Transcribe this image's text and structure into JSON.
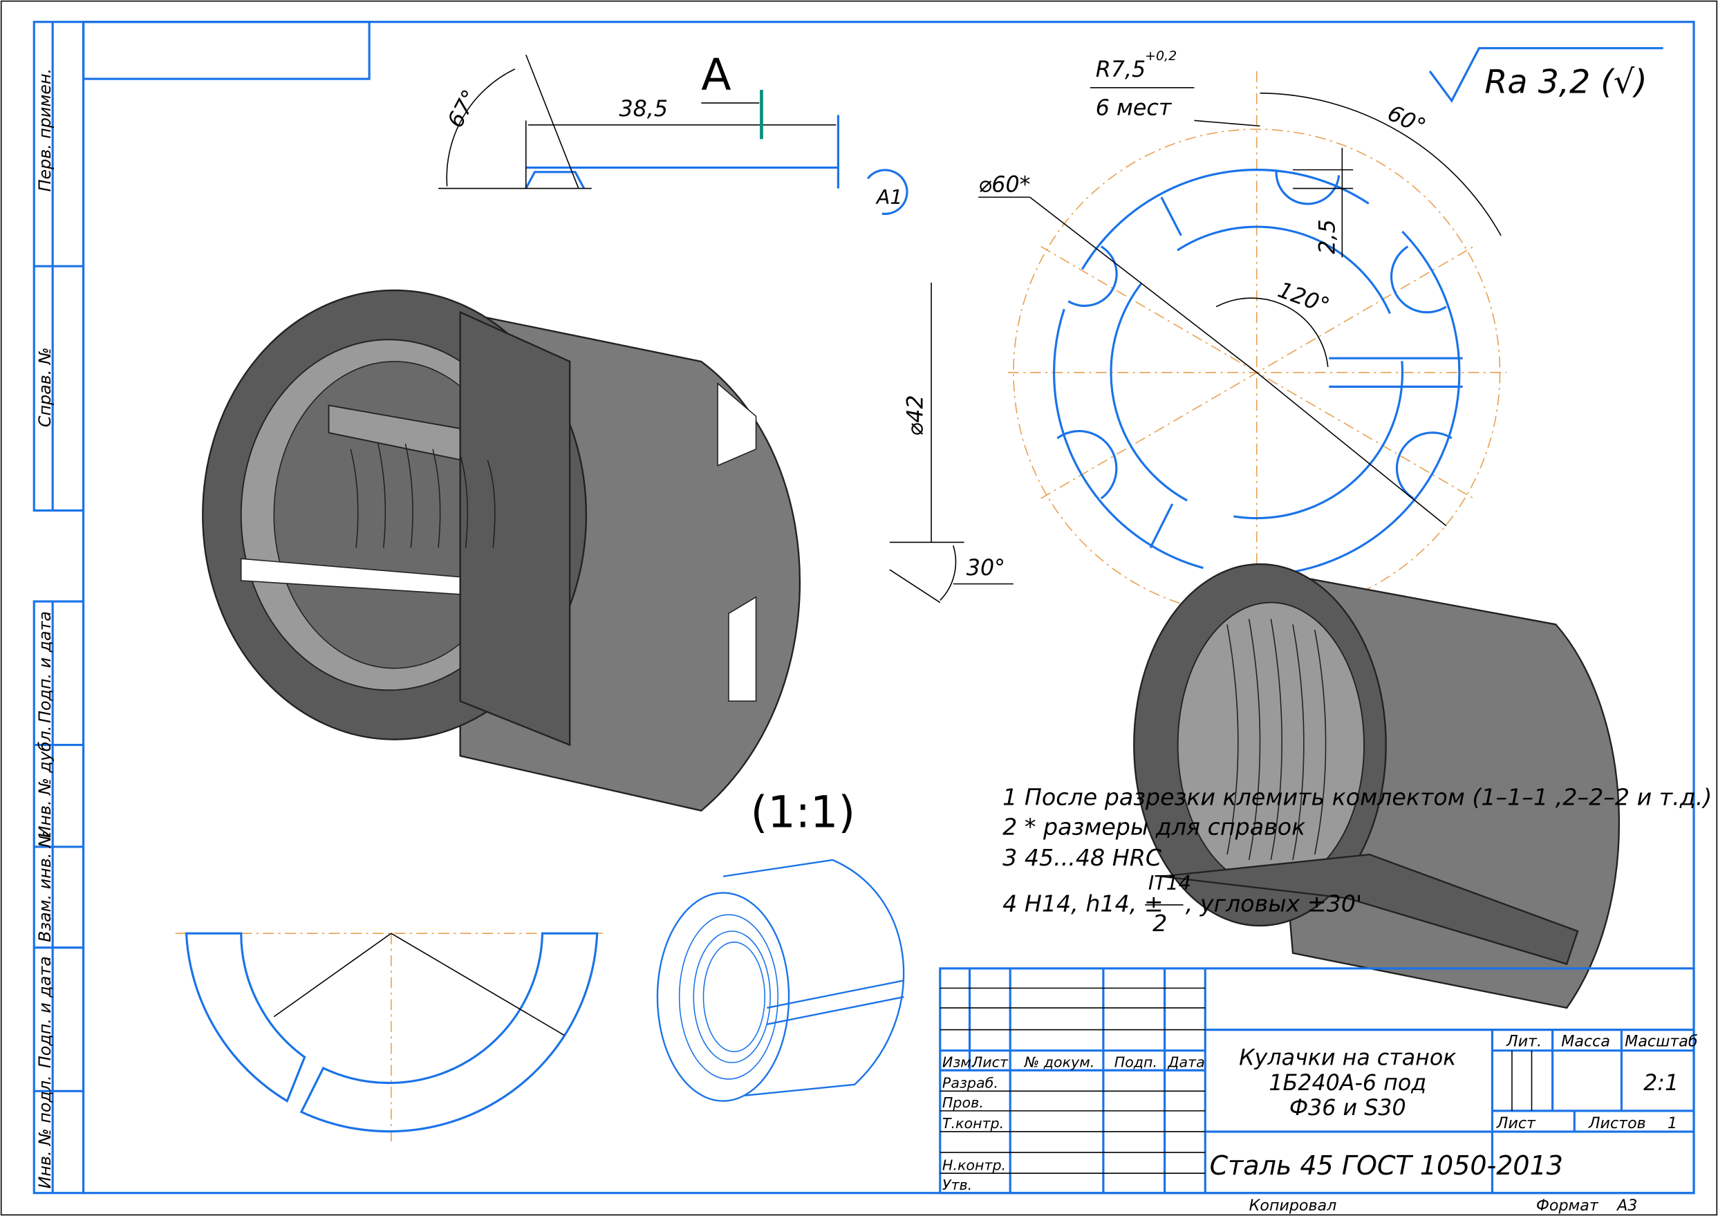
{
  "side_stamps": [
    "Перв. примен.",
    "Справ. №",
    "Подп. и дата",
    "Инв. № дубл.",
    "Взам. инв. №",
    "Подп. и дата",
    "Инв. № подл."
  ],
  "dimensions": {
    "angle_67": "67°",
    "length_38_5": "38,5",
    "section_a": "A",
    "radius": "R7,5",
    "radius_tol": "+0,2",
    "radius_count": "6 мест",
    "angle_60": "60°",
    "diam_60": "⌀60*",
    "depth_2_5": "2,5",
    "angle_120": "120°",
    "diam_42": "⌀42",
    "angle_30": "30°",
    "view_mark": "A1"
  },
  "roughness": "Ra 3,2 (√)",
  "scale_note": "(1:1)",
  "notes": [
    "1 После разрезки клемить комлектом (1–1–1 ,2–2–2 и т.д.)",
    "2  * размеры для справок",
    "3  45...48 HRC",
    "4  H14, h14, ±",
    "IT14",
    "2",
    ", угловых ±30'"
  ],
  "title_block": {
    "headers": [
      "Изм.",
      "Лист",
      "№ докум.",
      "Подп.",
      "Дата"
    ],
    "roles": [
      "Разраб.",
      "Пров.",
      "Т.контр.",
      "Н.контр.",
      "Утв."
    ],
    "title_lines": [
      "Кулачки на станок",
      "1Б240А-6 под",
      "Ф36 и S30"
    ],
    "material": "Сталь 45  ГОСТ 1050-2013",
    "lit_label": "Лит.",
    "mass_label": "Масса",
    "scale_label": "Масштаб",
    "scale_value": "2:1",
    "sheet_label": "Лист",
    "sheets_label": "Листов",
    "sheets_value": "1",
    "copied_label": "Копировал",
    "format_label": "Формат",
    "format_value": "A3"
  }
}
